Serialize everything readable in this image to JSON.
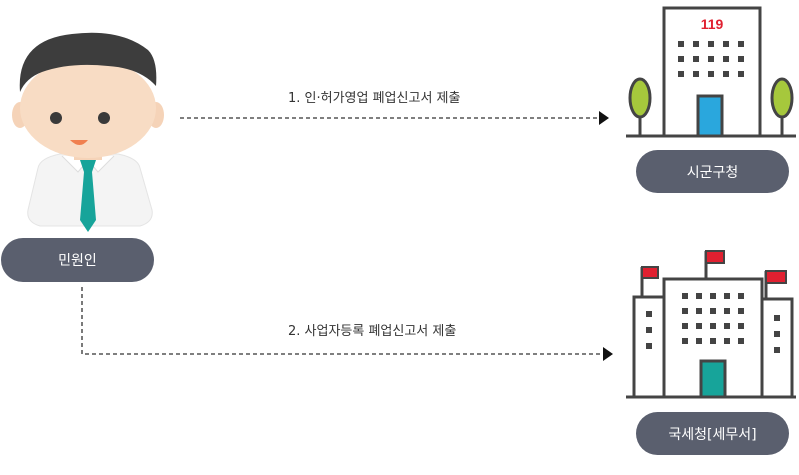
{
  "actor": {
    "label": "민원인"
  },
  "flows": [
    {
      "label": "1. 인·허가영업 폐업신고서 제출"
    },
    {
      "label": "2. 사업자등록 폐업신고서 제출"
    }
  ],
  "targets": [
    {
      "label": "시군구청",
      "sign": "119"
    },
    {
      "label": "국세청[세무서]"
    }
  ],
  "colors": {
    "pill": "#5a5f6e",
    "tie": "#17a49a",
    "door_city": "#2aa7dd",
    "door_tax": "#17a49a",
    "tree": "#a6c83c",
    "flag": "#e02030",
    "sign": "#e02030"
  }
}
